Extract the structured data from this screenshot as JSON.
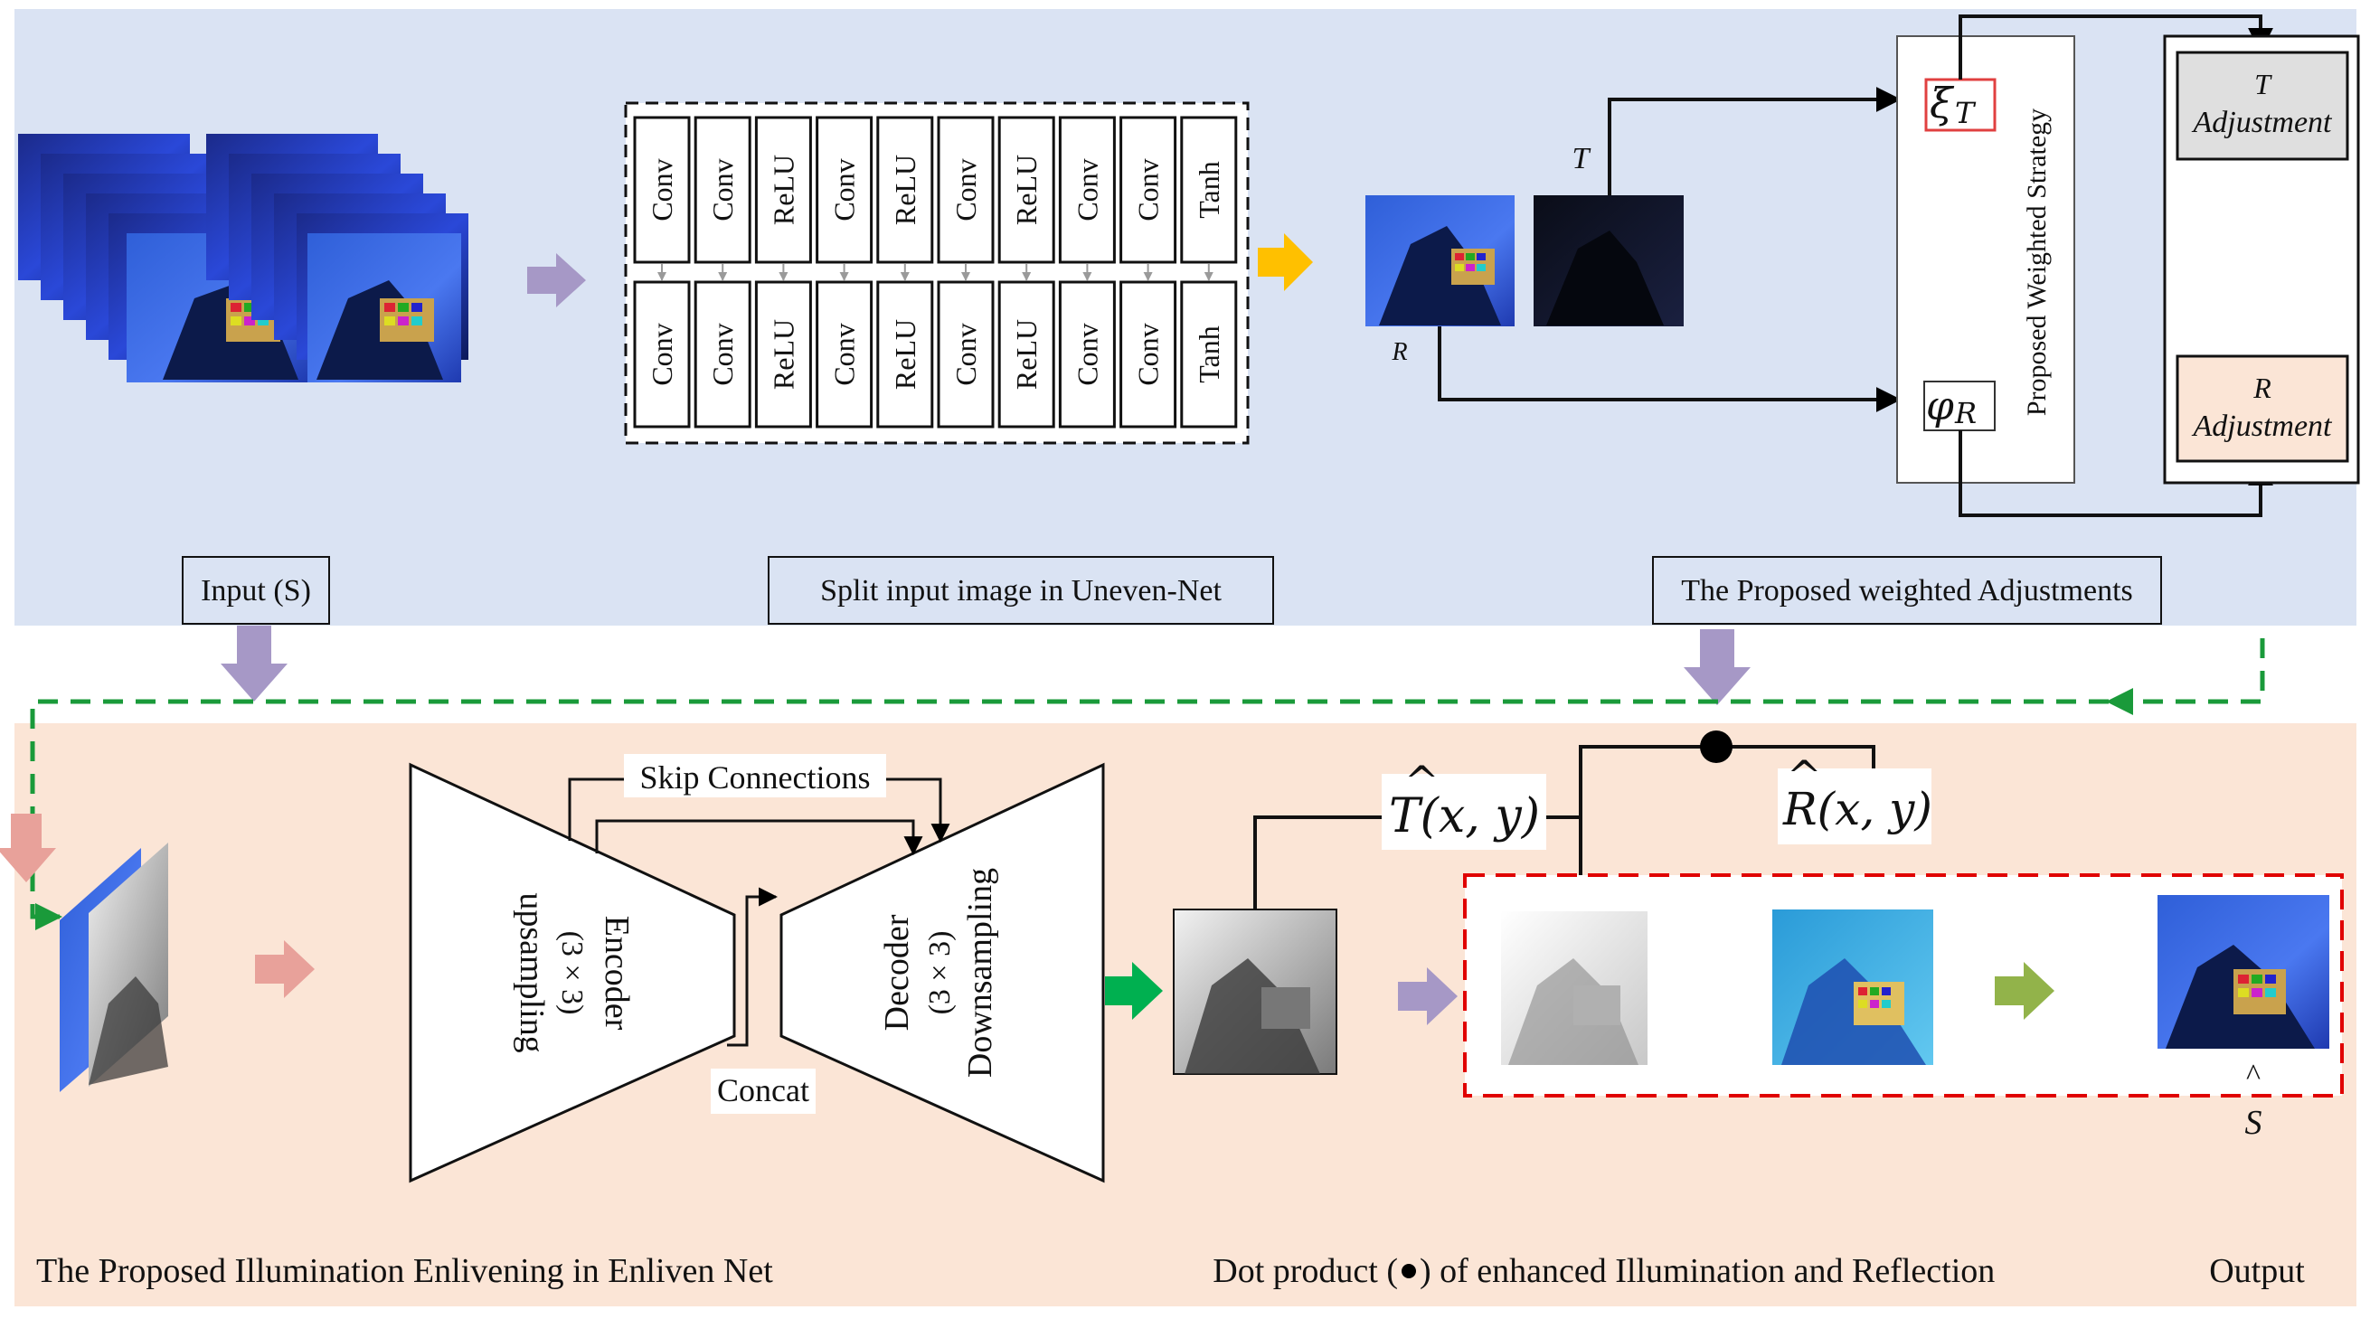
{
  "colors": {
    "top_panel_bg": "#dae3f3",
    "bottom_panel_bg": "#fbe5d6",
    "arrow_purple": "#a698c6",
    "arrow_yellow": "#ffc000",
    "arrow_pink": "#e8a19a",
    "arrow_green": "#00b050",
    "arrow_olive": "#92b34a",
    "dashed_green": "#1a9a3a",
    "dashed_red": "#e00000",
    "weight_box_border": "#e04040"
  },
  "top_section": {
    "labels": {
      "input": "Input (S)",
      "split": "Split input image in Uneven-Net",
      "weighted": "The Proposed weighted Adjustments"
    },
    "uneven_net": {
      "row1": [
        "Conv",
        "Conv",
        "ReLU",
        "Conv",
        "ReLU",
        "Conv",
        "ReLU",
        "Conv",
        "Conv",
        "Tanh"
      ],
      "row2": [
        "Conv",
        "Conv",
        "ReLU",
        "Conv",
        "ReLU",
        "Conv",
        "ReLU",
        "Conv",
        "Conv",
        "Tanh"
      ]
    },
    "decomposition": {
      "reflectance_label": "R",
      "illumination_label": "T"
    },
    "strategy": {
      "title": "Proposed Weighted Strategy",
      "xi_symbol": "ξ",
      "xi_sub": "T",
      "phi_symbol": "φ",
      "phi_sub": "R"
    },
    "adjustments": {
      "t_var": "T",
      "t_word": "Adjustment",
      "r_var": "R",
      "r_word": "Adjustment"
    }
  },
  "bottom_section": {
    "skip_connections": "Skip Connections",
    "concat": "Concat",
    "encoder": {
      "line1": "Encoder",
      "line2": "(3 × 3)",
      "line3": "upsampling"
    },
    "decoder": {
      "line1": "Decoder",
      "line2": "(3 × 3)",
      "line3": "Downsampling"
    },
    "t_hat": "T(x, y)",
    "r_hat": "R(x, y)",
    "output_caret": "^",
    "output_var": "S",
    "captions": {
      "left": "The Proposed Illumination Enlivening in Enliven Net",
      "middle_pre": "Dot product (",
      "middle_post": ") of enhanced Illumination and Reflection",
      "right": "Output"
    }
  }
}
